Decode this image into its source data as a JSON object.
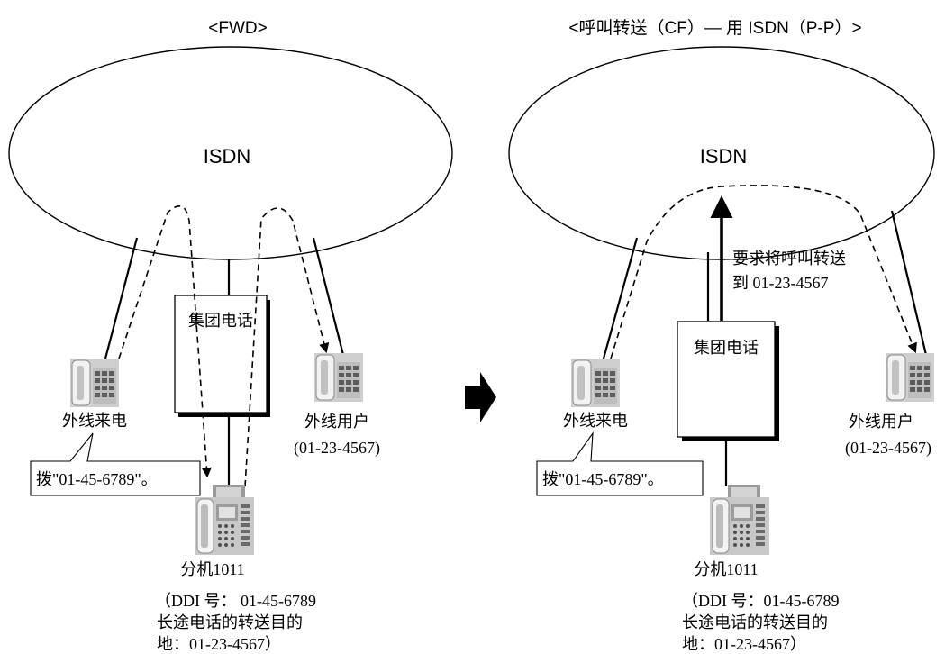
{
  "left": {
    "title": "<FWD>",
    "network": "ISDN",
    "pbx": "集团电话",
    "caller_label": "外线来电",
    "dial_bubble": "拨\"01-45-6789\"。",
    "remote_label": "外线用户",
    "remote_number": "(01-23-4567)",
    "extension_label": "分机1011",
    "extension_note": [
      "（DDI 号： 01-45-6789",
      "长途电话的转送目的",
      "地：01-23-4567）"
    ]
  },
  "right": {
    "title": "<呼叫转送（CF）— 用 ISDN（P-P）>",
    "network": "ISDN",
    "pbx": "集团电话",
    "request": [
      "要求将呼叫转送",
      "到 01-23-4567"
    ],
    "caller_label": "外线来电",
    "dial_bubble": "拨\"01-45-6789\"。",
    "remote_label": "外线用户",
    "remote_number": "(01-23-4567)",
    "extension_label": "分机1011",
    "extension_note": [
      "（DDI 号：01-45-6789",
      "长途电话的转送目的",
      "地：01-23-4567）"
    ]
  },
  "colors": {
    "line": "#000000",
    "phone_light": "#e6e6e6",
    "phone_mid": "#b0b0b0",
    "phone_dark": "#6e6e6e"
  },
  "icons": {
    "next_arrow": "right-arrow-icon",
    "phone": "telephone-icon"
  }
}
